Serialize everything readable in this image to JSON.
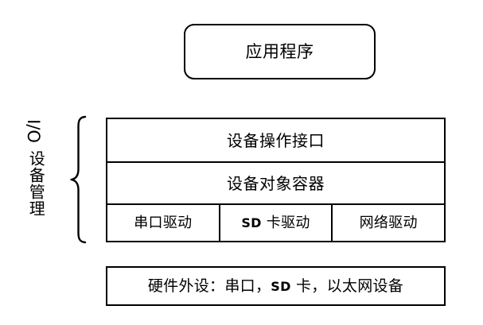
{
  "diagram": {
    "title_box": {
      "label": "应用程序",
      "shape": "rounded-rectangle"
    },
    "group": {
      "label_latin": "I/O",
      "label_cn": "设备管理",
      "brace": "left-curly-brace"
    },
    "stack": {
      "rows": [
        {
          "label": "设备操作接口"
        },
        {
          "label": "设备对象容器"
        }
      ],
      "drivers": [
        {
          "prefix": "",
          "latin": "",
          "label": "串口驱动"
        },
        {
          "prefix": "",
          "latin": "SD",
          "label": " 卡驱动"
        },
        {
          "prefix": "",
          "latin": "",
          "label": "网络驱动"
        }
      ]
    },
    "hardware_box": {
      "prefix": "硬件外设：串口，",
      "latin": "SD",
      "suffix": " 卡，以太网设备"
    },
    "colors": {
      "background": "#ffffff",
      "stroke": "#000000",
      "text": "#000000"
    }
  }
}
